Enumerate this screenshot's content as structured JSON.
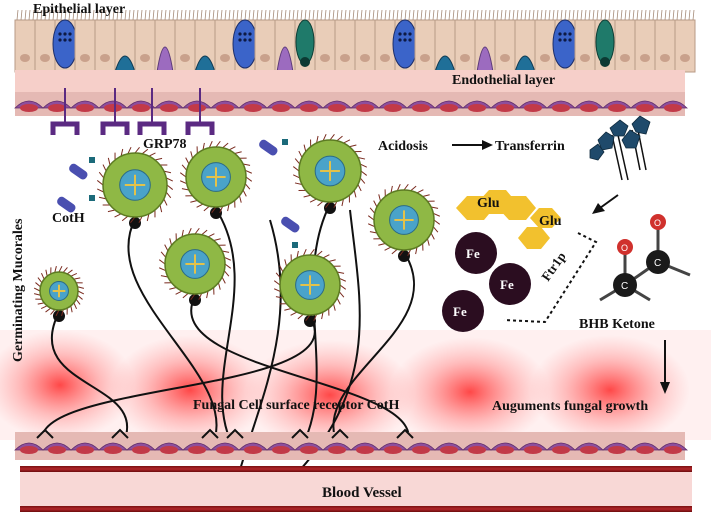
{
  "labels": {
    "epithelial_layer": "Epithelial layer",
    "endothelial_layer": "Endothelial layer",
    "grp78": "GRP78",
    "coth": "CotH",
    "acidosis": "Acidosis",
    "transferrin": "Transferrin",
    "glu_1": "Glu",
    "glu_2": "Glu",
    "fe_1": "Fe",
    "fe_2": "Fe",
    "fe_3": "Fe",
    "ftr1p": "Ftr1p",
    "germinating_mucorales": "Germinating Mucorales",
    "bhb_ketone": "BHB Ketone",
    "fungal_receptor": "Fungal Cell surface receptor CotH",
    "augments": "Auguments fungal growth",
    "blood_vessel": "Blood Vessel"
  },
  "colors": {
    "epithelium": "#e9cdb8",
    "epithelium_edge": "#b89a86",
    "endothelium": "#8e4e9c",
    "endothelium_nucleus": "#c23a48",
    "basement": "#f3c7c4",
    "grp78": "#5b2a82",
    "coth": "#4a4fb0",
    "spore_outer": "#8fb845",
    "spore_inner": "#4aa3c9",
    "iron": "#2b0d20",
    "glucose": "#f2c12e",
    "vessel": "#9c1b1d",
    "inflammation": "#ff3b3b"
  }
}
